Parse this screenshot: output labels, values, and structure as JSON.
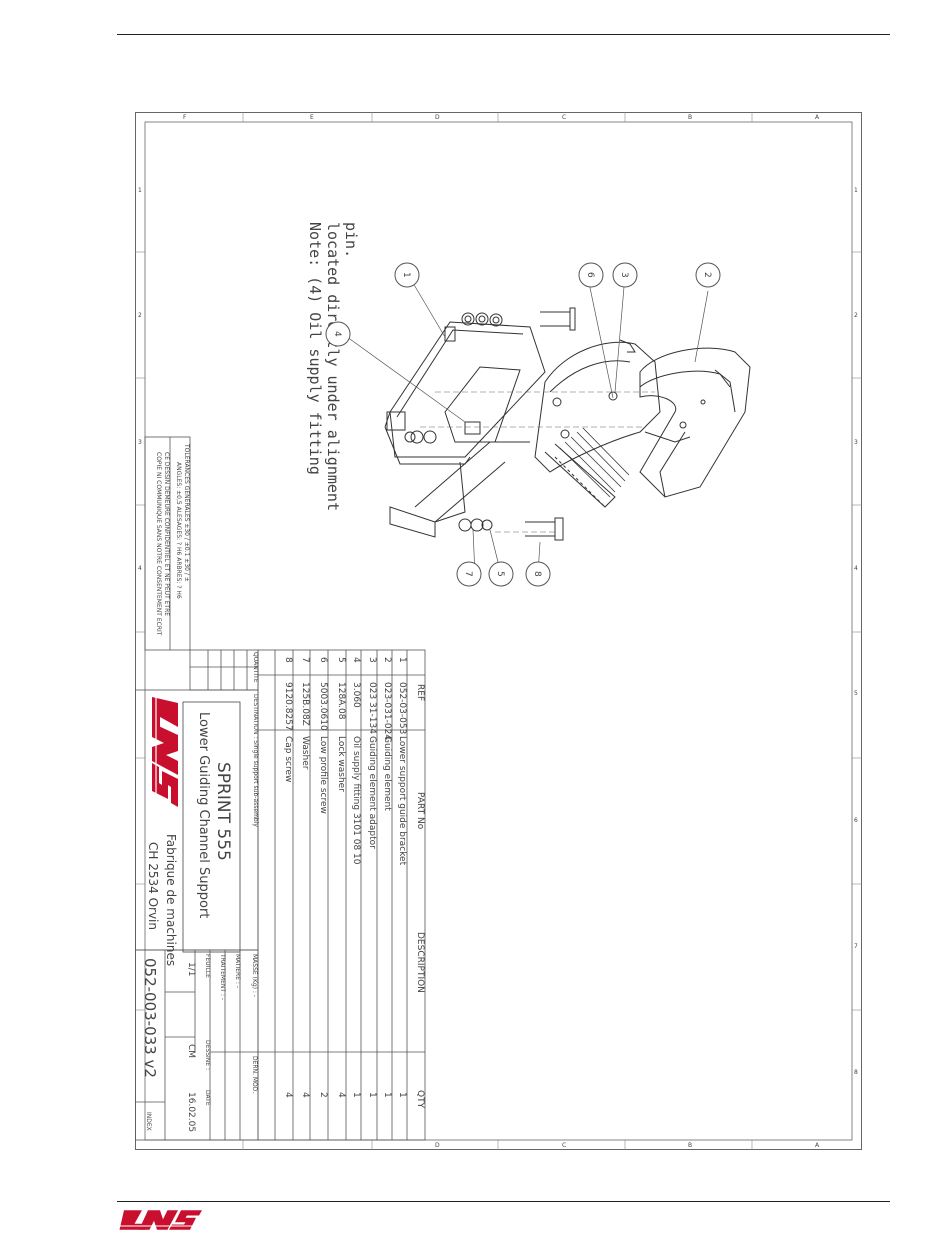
{
  "note": {
    "line1": "Note: (4) Oil supply fitting",
    "line2": "located directly under alignment",
    "line3": "pin."
  },
  "balloons": [
    "1",
    "2",
    "3",
    "4",
    "5",
    "6",
    "7",
    "8"
  ],
  "zone_letters": [
    "F",
    "E",
    "D",
    "C",
    "B",
    "A"
  ],
  "zone_numbers": [
    "1",
    "2",
    "3",
    "4",
    "5",
    "6",
    "7",
    "8"
  ],
  "bom": {
    "headers": {
      "ref": "REF",
      "part": "PART No",
      "desc": "DESCRIPTION",
      "qty": "QTY"
    },
    "rows": [
      {
        "ref": "1",
        "part": "052-03-053",
        "desc": "Lower support guide bracket",
        "qty": "1"
      },
      {
        "ref": "2",
        "part": "023-031-024",
        "desc": "Guiding element",
        "qty": "1"
      },
      {
        "ref": "3",
        "part": "023 31-134",
        "desc": "Guiding element adaptor",
        "qty": "1"
      },
      {
        "ref": "4",
        "part": "3.060",
        "desc": "Oil supply fitting 3101 08 10",
        "qty": "1"
      },
      {
        "ref": "5",
        "part": "128A.08",
        "desc": "Lock washer",
        "qty": "4"
      },
      {
        "ref": "6",
        "part": "5003.0610",
        "desc": "Low profile screw",
        "qty": "2"
      },
      {
        "ref": "7",
        "part": "125B.08Z",
        "desc": "Washer",
        "qty": "4"
      },
      {
        "ref": "8",
        "part": "9120.8257",
        "desc": "Cap screw",
        "qty": "4"
      }
    ]
  },
  "title_block": {
    "tolerances": "TOLERANCES GENERALES   ±30 / ±0.1   ±30 / ±",
    "angles": "ANGLES: ±0,5   ALESAGES: ? H6   ARBRES: ? H6",
    "confidential1": "CE DESSIN DEMEURE CONFIDENTIEL ET NE PEUT ETRE",
    "confidential2": "COPIE NI COMMUNIQUE SANS NOTRE CONSENTEMENT ECRIT",
    "quantity_label": "QUANTITE",
    "destination": "DESTINATION : Single support sub-assembly",
    "title": "SPRINT 555",
    "subtitle": "Lower Guiding Channel Support",
    "company": "Fabrique de machines",
    "address": "CH 2534 Orvin",
    "mass_label": "MASSE (Kg) : -",
    "material_label": "MATIERE : -",
    "treatment_label": "TRAITEMENT : -",
    "dern_mod": "DERN. MOD.",
    "feuille_label": "FEUILLE",
    "feuille_value": "1/1",
    "dessine_label": "DESSINE :",
    "dessine_value": "CM",
    "date_label": "DATE",
    "date_value": "16.02.05",
    "drawing_number": "052-003-033 v2",
    "index_label": "INDEX"
  },
  "colors": {
    "lns_red": "#c8102e",
    "line": "#555555"
  }
}
